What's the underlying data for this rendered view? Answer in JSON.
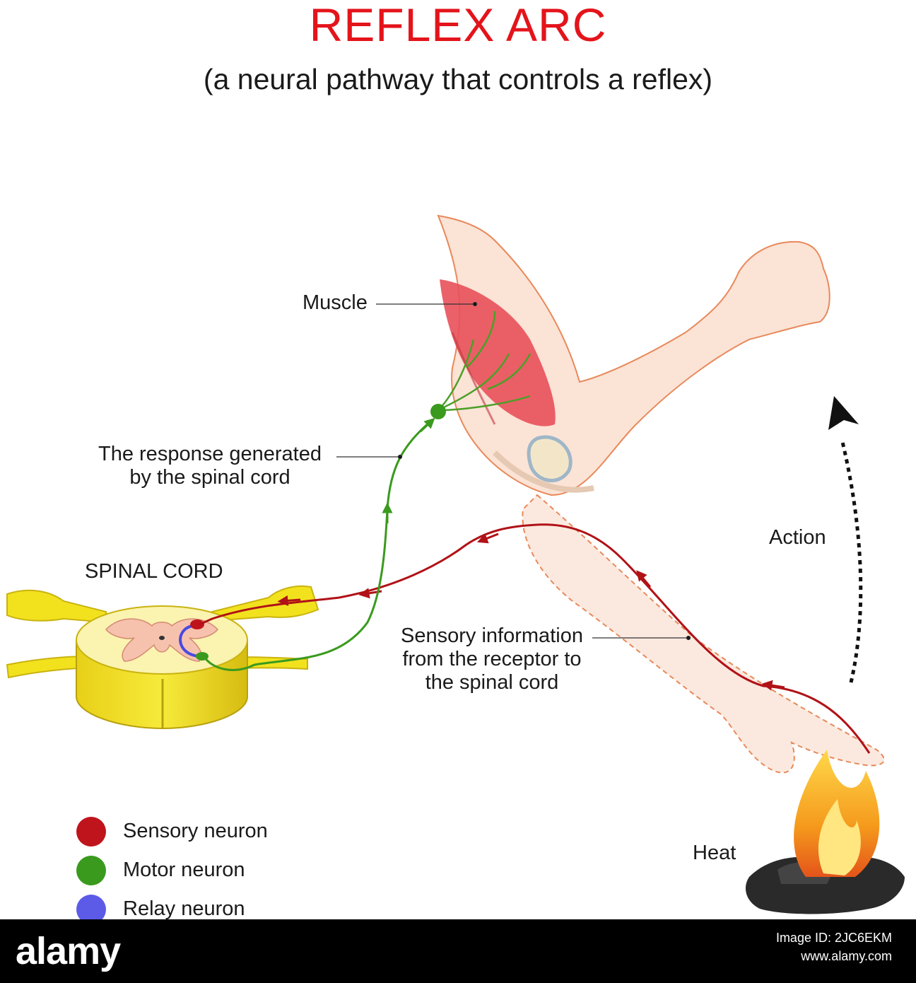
{
  "title": "REFLEX ARC",
  "subtitle": "(a neural pathway that controls a reflex)",
  "labels": {
    "muscle": "Muscle",
    "response_line1": "The response generated",
    "response_line2": "by the spinal cord",
    "spinal_cord": "SPINAL CORD",
    "action": "Action",
    "sensory_line1": "Sensory information",
    "sensory_line2": "from the receptor to",
    "sensory_line3": "the spinal cord",
    "heat": "Heat"
  },
  "legend": [
    {
      "label": "Sensory neuron",
      "color": "#c0141c"
    },
    {
      "label": "Motor neuron",
      "color": "#3a9a1e"
    },
    {
      "label": "Relay neuron",
      "color": "#5b5be8"
    }
  ],
  "colors": {
    "title": "#e4141b",
    "sensory": "#b01217",
    "motor": "#3a9a1e",
    "relay": "#4a4ae0",
    "skin": "#fbe3d6",
    "muscle": "#e8505a",
    "spinal_cord": "#f2e21e"
  },
  "footer": {
    "brand": "alamy",
    "image_id": "Image ID: 2JC6EKM",
    "url": "www.alamy.com"
  }
}
